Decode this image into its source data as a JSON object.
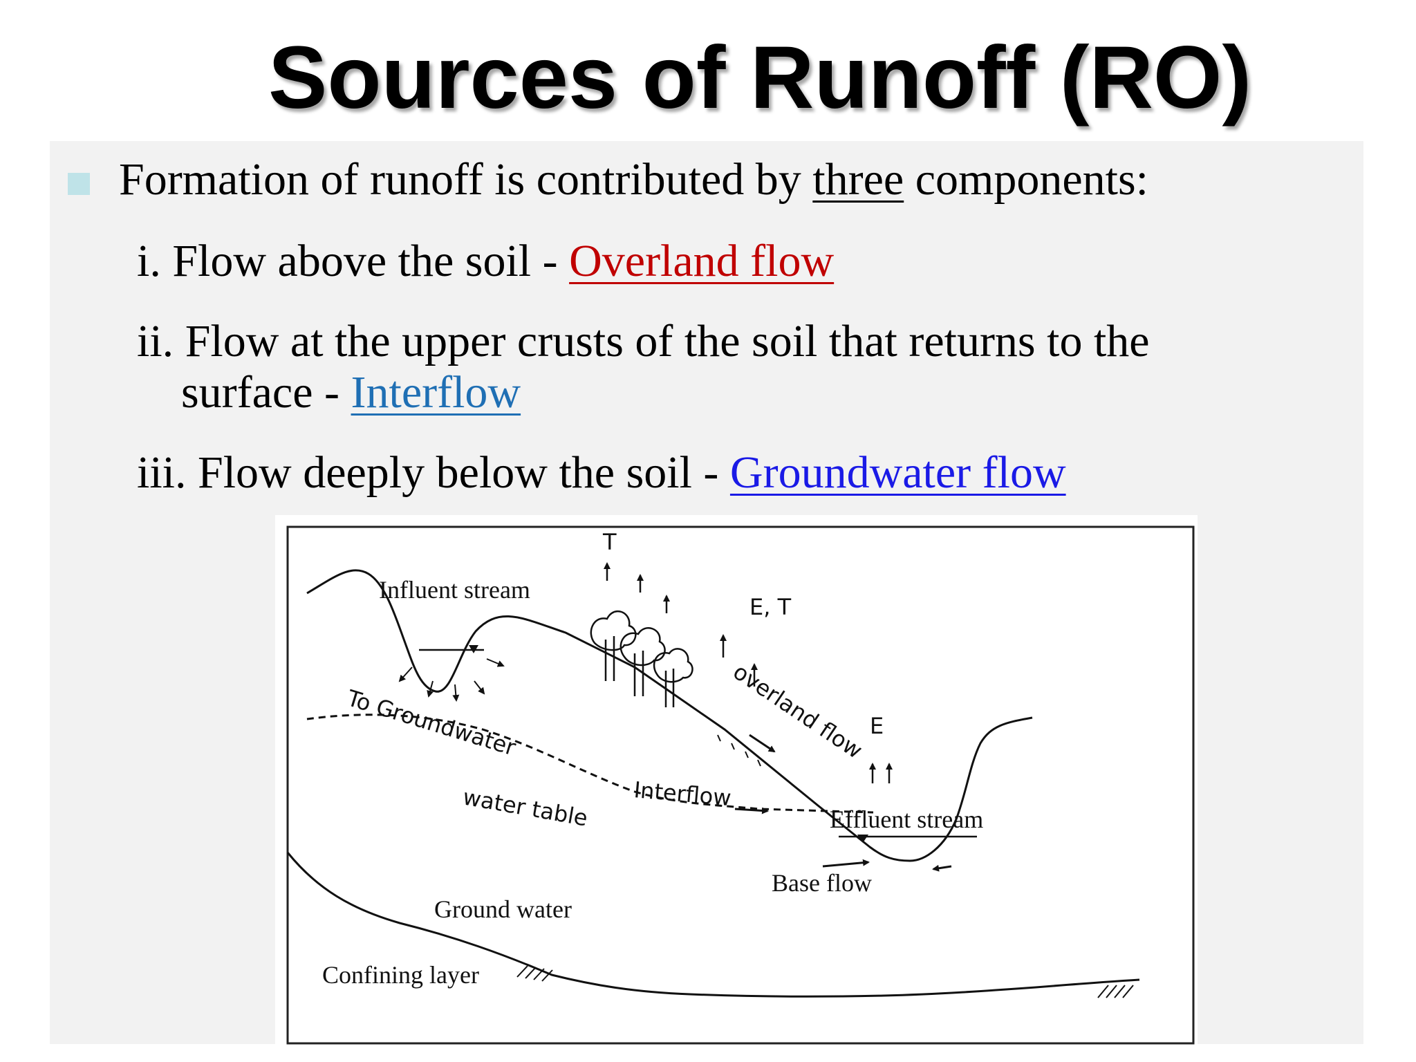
{
  "slide": {
    "title": "Sources of Runoff (RO)",
    "intro_prefix": "Formation of runoff is contributed by  ",
    "intro_emph": "three",
    "intro_suffix": " components:",
    "items": [
      {
        "marker": "i.",
        "text": " Flow above the soil - ",
        "term": "Overland flow"
      },
      {
        "marker": "ii.",
        "text": "  Flow at the upper crusts of the soil that returns to the",
        "continuation": "surface - ",
        "term": "Interflow"
      },
      {
        "marker": "iii.",
        "text": " Flow deeply below the soil - ",
        "term": "Groundwater flow"
      }
    ]
  },
  "colors": {
    "overland_term": "#c00000",
    "interflow_term": "#1f6fb4",
    "groundwater_term": "#1a1ae6",
    "panel_background": "#f2f2f2",
    "bullet": "#bfe3e8"
  },
  "diagram": {
    "labels": {
      "t_top": "T",
      "influent_stream": "Influent stream",
      "et": "E, T",
      "overland_flow": "overland flow",
      "to_groundwater": "To Groundwater",
      "e": "E",
      "interflow": "Interflow",
      "water_table": "water table",
      "effluent_stream": "Effluent stream",
      "base_flow": "Base flow",
      "ground_water": "Ground water",
      "confining_layer": "Confining layer"
    }
  }
}
